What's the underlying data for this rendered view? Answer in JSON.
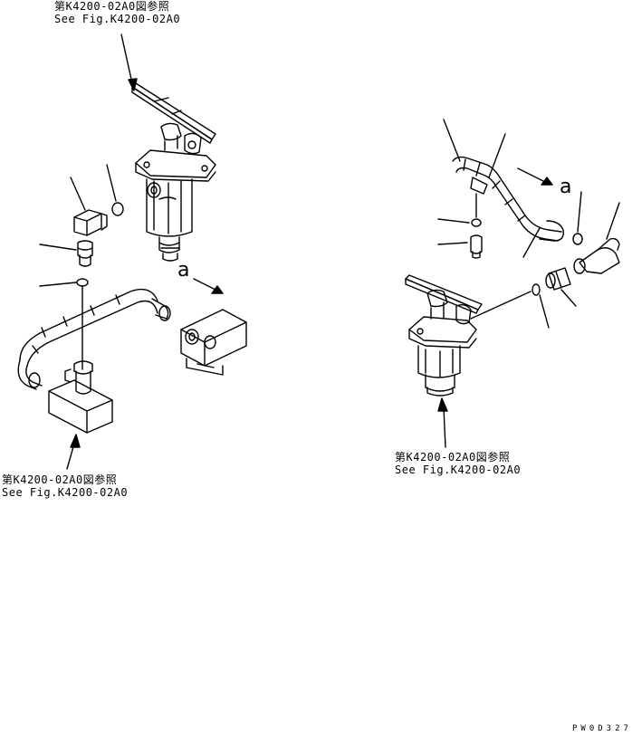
{
  "refs": {
    "top_left": {
      "jp": "第K4200-02A0図参照",
      "en": "See Fig.K4200-02A0"
    },
    "bottom_left": {
      "jp": "第K4200-02A0図参照",
      "en": "See Fig.K4200-02A0"
    },
    "bottom_right": {
      "jp": "第K4200-02A0図参照",
      "en": "See Fig.K4200-02A0"
    }
  },
  "connection_marks": {
    "left": "a",
    "right": "a"
  },
  "drawing_code": "PW0D327",
  "colors": {
    "line": "#000000",
    "background": "#ffffff"
  }
}
